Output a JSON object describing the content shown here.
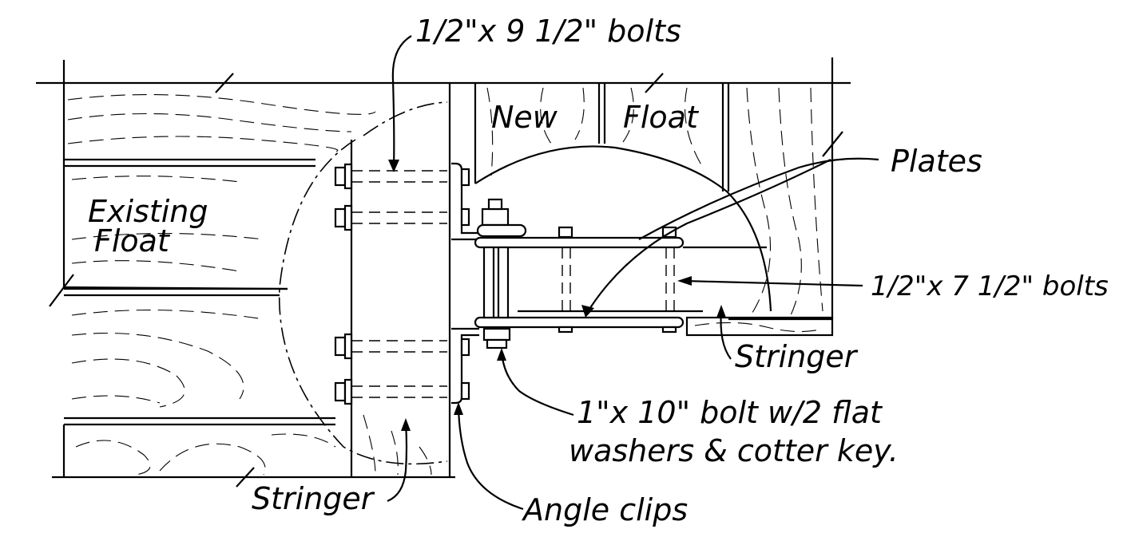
{
  "labels": {
    "bolts_top": "1/2\"x 9 1/2\" bolts",
    "new_float": "New",
    "new_float_2": "Float",
    "plates": "Plates",
    "existing_float_1": "Existing",
    "existing_float_2": "Float",
    "bolts_right": "1/2\"x 7 1/2\" bolts",
    "stringer_right": "Stringer",
    "bolt_main_1": "1\"x 10\" bolt w/2 flat",
    "bolt_main_2": "washers & cotter key.",
    "stringer_left": "Stringer",
    "angle_clips": "Angle clips"
  }
}
